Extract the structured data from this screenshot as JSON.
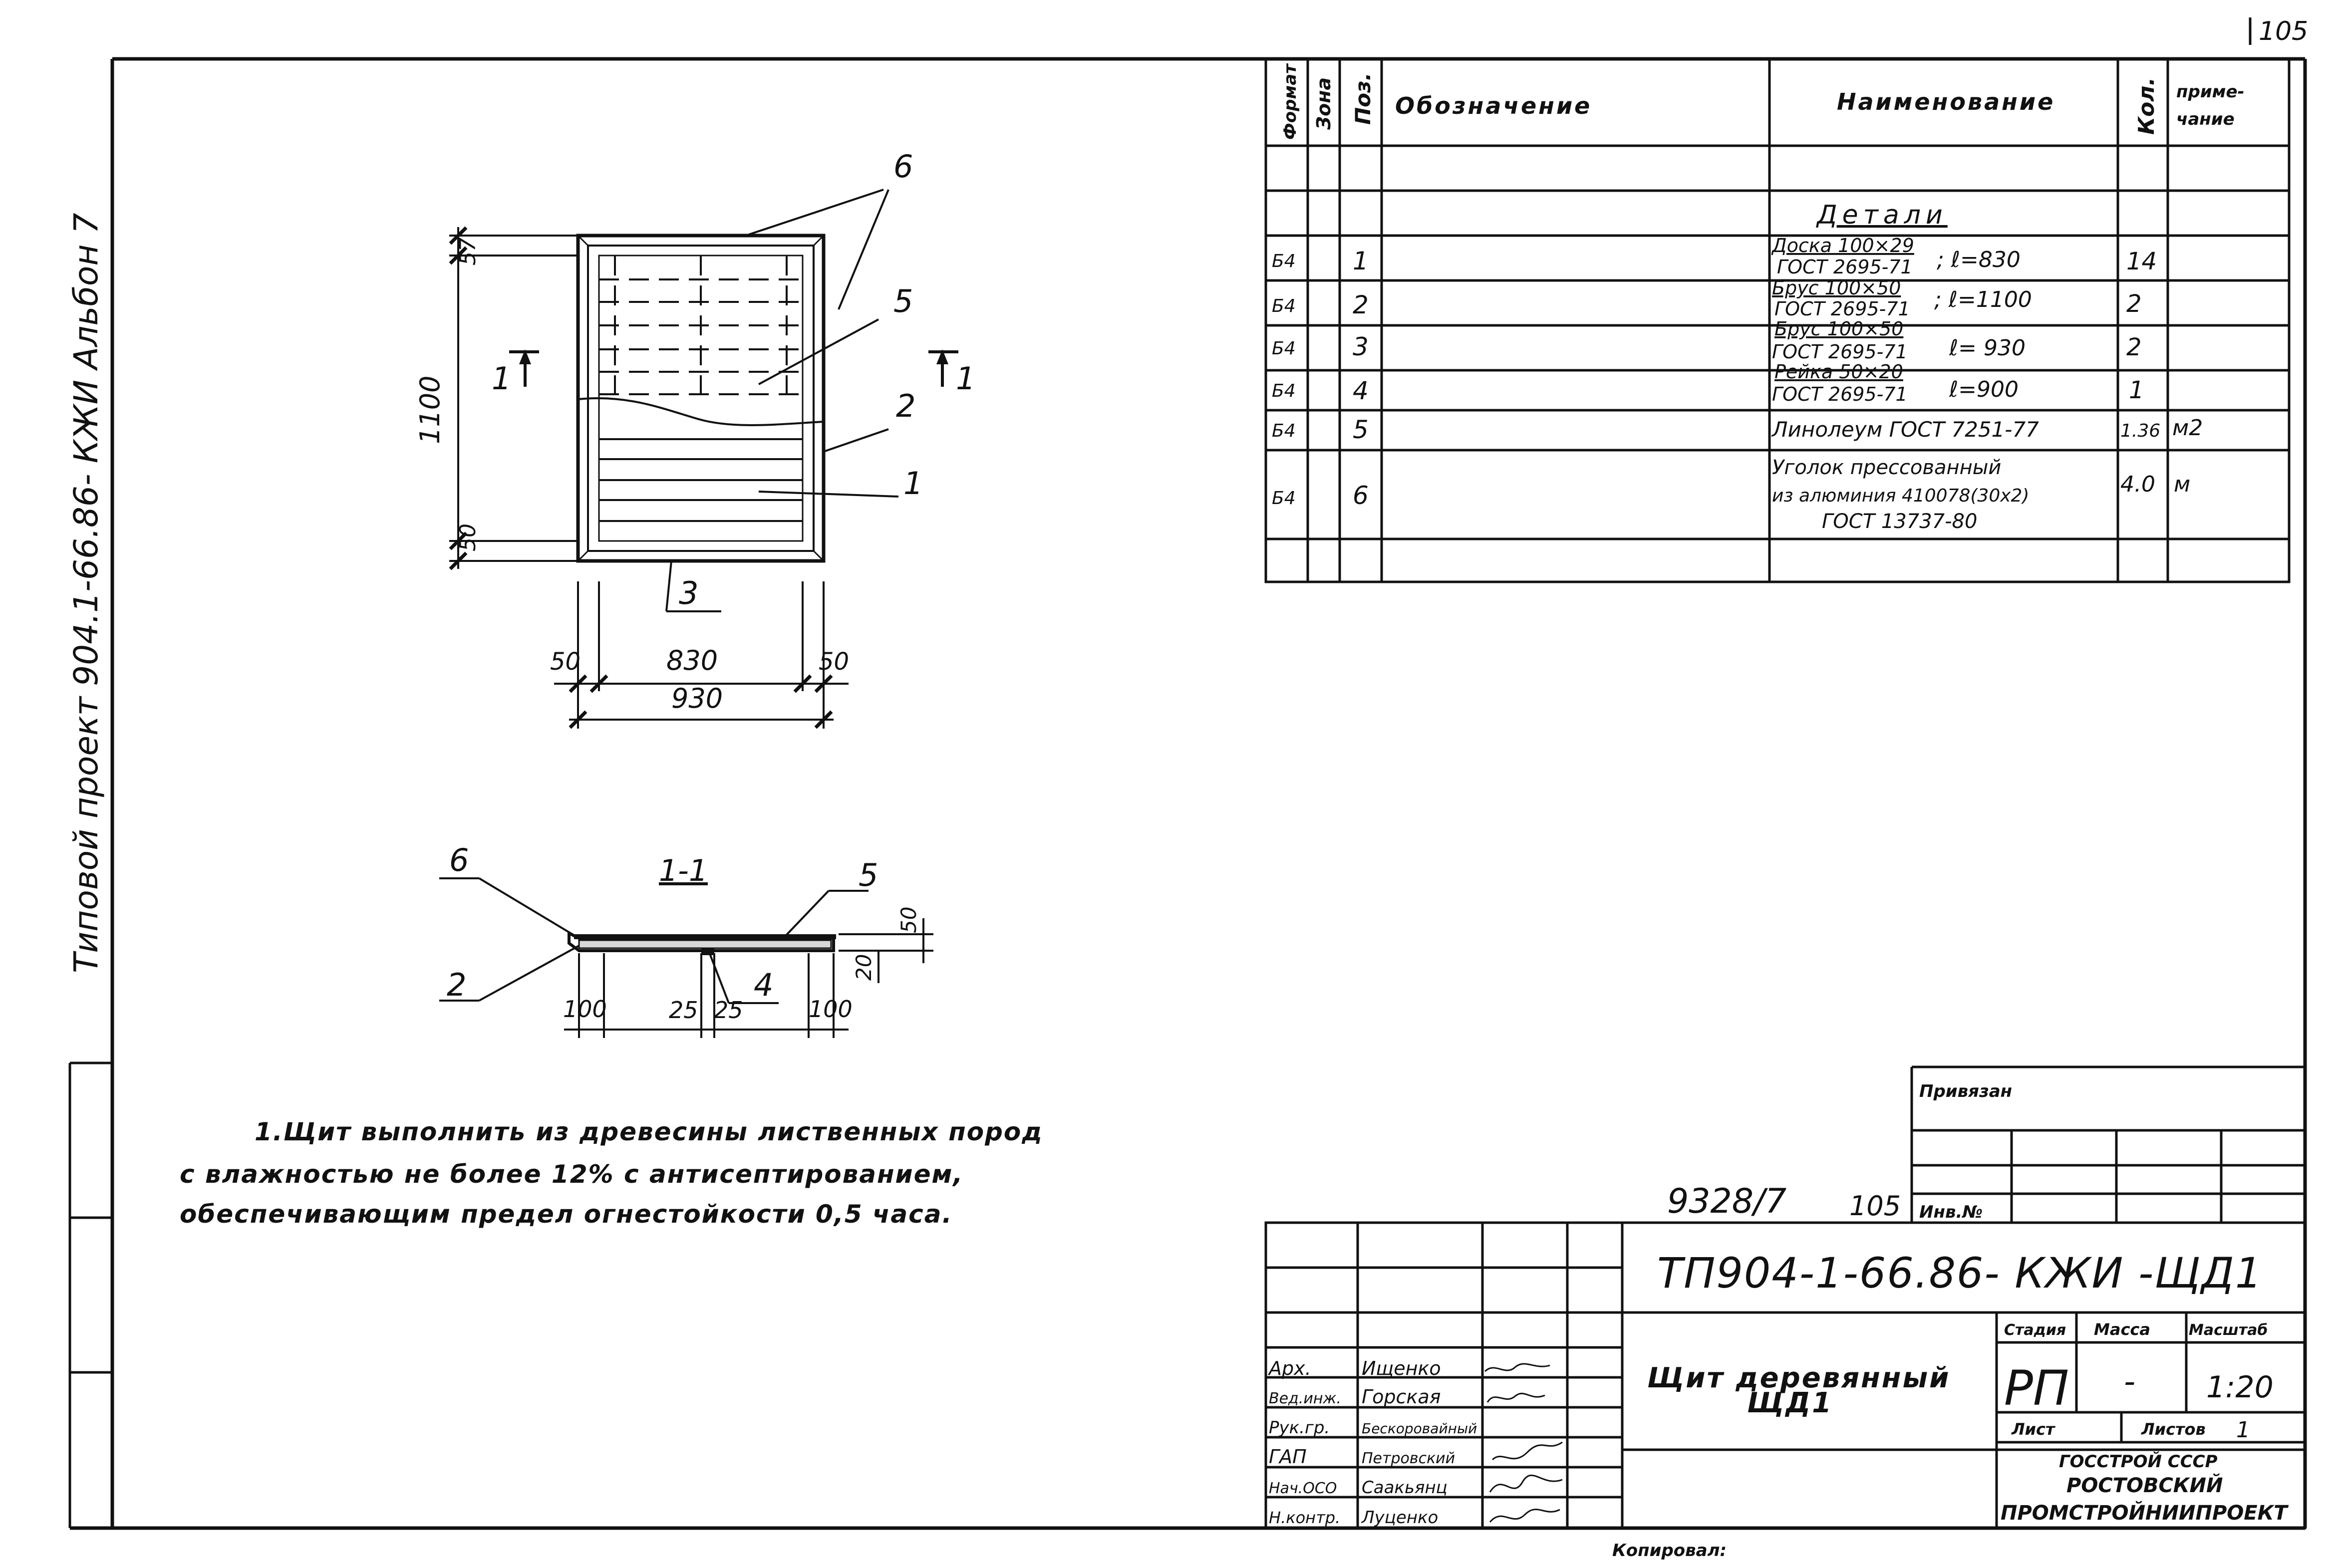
{
  "sheet_number": "105",
  "side_stamp": "Типовой   проект   904.1-66.86- КЖИ Альбон 7",
  "spec": {
    "headers": {
      "format": "Формат",
      "zone": "Зона",
      "pos": "Поз.",
      "designation": "Обозначение",
      "name": "Наименование",
      "qty": "Кол.",
      "note_1": "приме-",
      "note_2": "чание"
    },
    "section_title": "Детали",
    "rows": [
      {
        "format": "Б4",
        "pos": "1",
        "name_1": "Доска 100×29",
        "name_2": "ГОСТ 2695-71",
        "length": "; ℓ=830",
        "qty": "14",
        "note": ""
      },
      {
        "format": "Б4",
        "pos": "2",
        "name_1": "Брус 100×50",
        "name_2": "ГОСТ 2695-71",
        "length": "; ℓ=1100",
        "qty": "2",
        "note": ""
      },
      {
        "format": "Б4",
        "pos": "3",
        "name_1": "Брус 100×50",
        "name_2": "ГОСТ 2695-71",
        "length": "ℓ= 930",
        "qty": "2",
        "note": ""
      },
      {
        "format": "Б4",
        "pos": "4",
        "name_1": "Рейка 50×20",
        "name_2": "ГОСТ 2695-71",
        "length": "ℓ=900",
        "qty": "1",
        "note": ""
      },
      {
        "format": "Б4",
        "pos": "5",
        "name_1": "Линолеум ГОСТ 7251-77",
        "name_2": "",
        "length": "",
        "qty": "1.36",
        "note": "м2"
      },
      {
        "format": "Б4",
        "pos": "6",
        "name_1": "Уголок прессованный",
        "name_2": "из алюминия 410078(30x2)",
        "name_3": "ГОСТ 13737-80",
        "length": "",
        "qty": "4.0",
        "note": "м"
      }
    ]
  },
  "plan": {
    "leaders": [
      "6",
      "5",
      "2",
      "1",
      "3"
    ],
    "section_mark": "1",
    "dims": {
      "d57": "57",
      "d1100": "1100",
      "d50": "50",
      "d50a": "50",
      "d830": "830",
      "d50b": "50",
      "d930": "930"
    }
  },
  "section": {
    "title": "1-1",
    "leaders": [
      "6",
      "5",
      "2",
      "4"
    ],
    "dims": {
      "d50": "50",
      "d20": "20",
      "d100a": "100",
      "d25a": "25",
      "d25b": "25",
      "d100b": "100"
    }
  },
  "notes": [
    "1.Щит   выполнить из древесины лиственных пород",
    "с влажностью не более 12% с антисептированием,",
    "обеспечивающим предел огнестойкости 0,5 часа."
  ],
  "handwritten": {
    "ref": "9328/7",
    "num": "105"
  },
  "binding": {
    "label": "Привязан",
    "inv": "Инв.№"
  },
  "title_block": {
    "code": "ТП904-1-66.86- КЖИ -ЩД1",
    "doc_name_1": "Щит деревянный",
    "doc_name_2": "ЩД1",
    "stage_label": "Стадия",
    "mass_label": "Масса",
    "scale_label": "Масштаб",
    "stage": "РП",
    "mass": "-",
    "scale": "1:20",
    "sheet_label": "Лист",
    "sheets_label": "Листов",
    "sheets": "1",
    "org_1": "ГОССТРОЙ СССР",
    "org_2": "РОСТОВСКИЙ",
    "org_3": "ПРОМСТРОЙНИИПРОЕКТ",
    "signers": [
      {
        "role": "Арх.",
        "name": "Ищенко"
      },
      {
        "role": "Вед.инж.",
        "name": "Горская"
      },
      {
        "role": "Рук.гр.",
        "name": "Бескоровайный"
      },
      {
        "role": "ГАП",
        "name": "Петровский"
      },
      {
        "role": "Нач.ОСО",
        "name": "Саакьянц"
      },
      {
        "role": "Н.контр.",
        "name": "Луценко"
      }
    ]
  },
  "copied_by": "Копировал:"
}
